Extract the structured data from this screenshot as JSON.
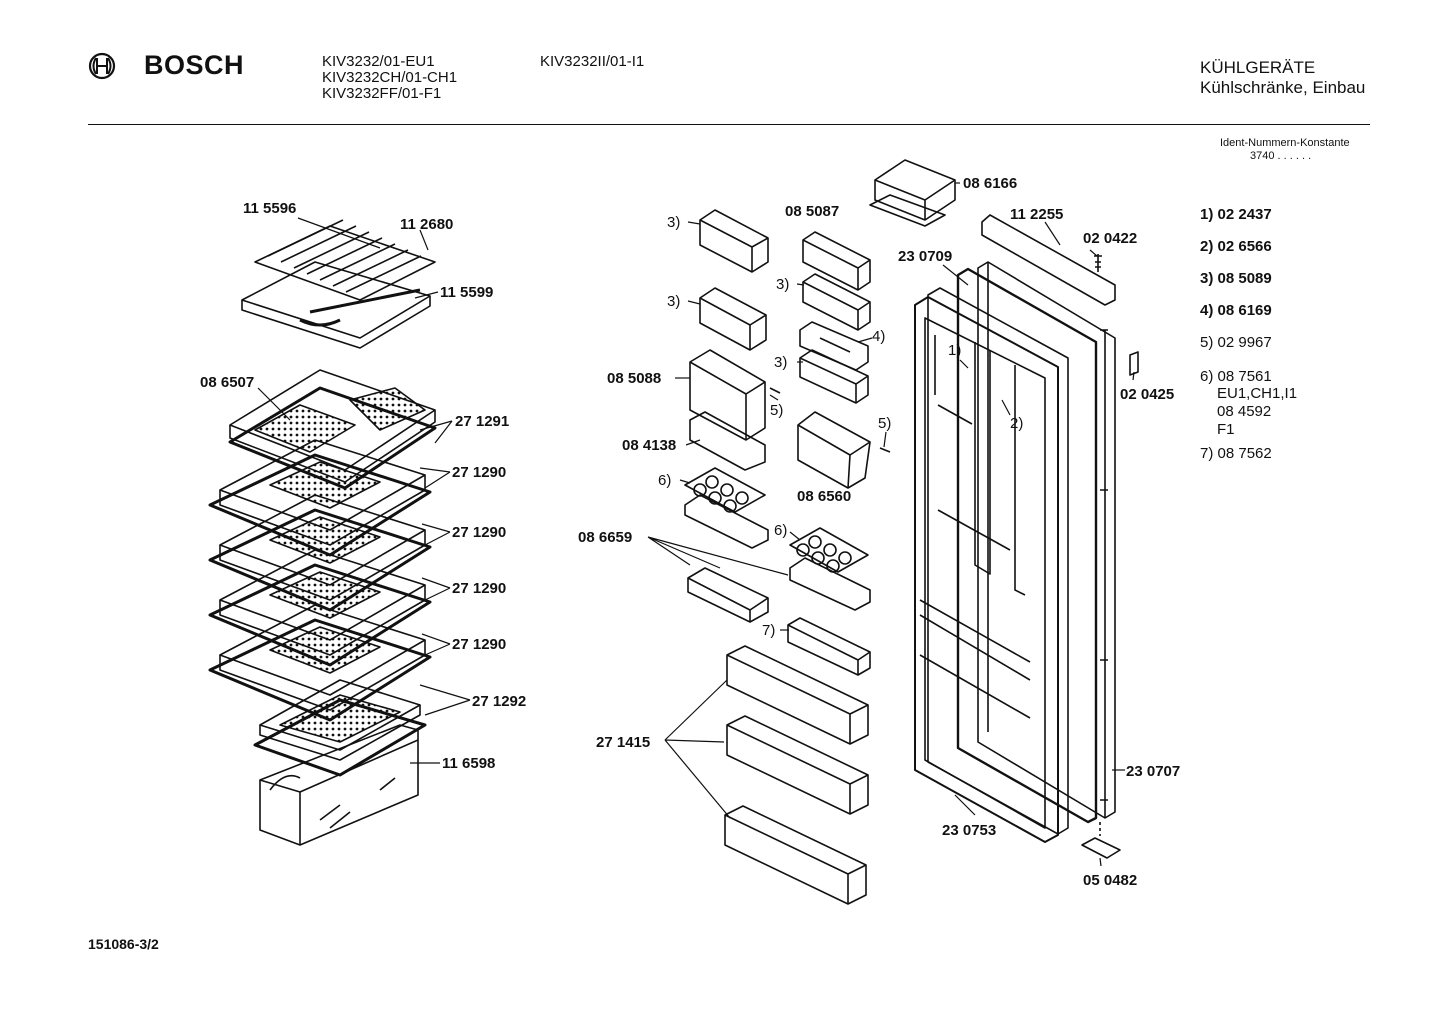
{
  "header": {
    "brand": "BOSCH",
    "models_col1": [
      "KIV3232/01-EU1",
      "KIV3232CH/01-CH1",
      "KIV3232FF/01-F1"
    ],
    "models_col2": [
      "KIV3232II/01-I1"
    ],
    "category": "KÜHLGERÄTE",
    "subcategory": "Kühlschränke, Einbau",
    "ident_label": "Ident-Nummern-Konstante",
    "ident_value": "3740  . .   . . . ."
  },
  "part_labels": {
    "p115596": "11 5596",
    "p112680": "11 2680",
    "p115599": "11 5599",
    "p086507": "08 6507",
    "p271291": "27 1291",
    "p271290a": "27 1290",
    "p271290b": "27 1290",
    "p271290c": "27 1290",
    "p271290d": "27 1290",
    "p271292": "27 1292",
    "p116598": "11 6598",
    "p086166": "08 6166",
    "p085087": "08 5087",
    "p112255": "11 2255",
    "p020422": "02 0422",
    "p230709": "23 0709",
    "p085088": "08 5088",
    "p084138": "08 4138",
    "p086560": "08 6560",
    "p086659": "08 6659",
    "p271415": "27 1415",
    "p020425": "02 0425",
    "p230707": "23 0707",
    "p230753": "23 0753",
    "p050482": "05 0482",
    "r3a": "3)",
    "r3b": "3)",
    "r3c": "3)",
    "r3d": "3)",
    "r4": "4)",
    "r5a": "5)",
    "r5b": "5)",
    "r6a": "6)",
    "r6b": "6)",
    "r7": "7)",
    "r1": "1)",
    "r2": "2)"
  },
  "legend": [
    "1) 02 2437",
    "2) 02 6566",
    "3) 08 5089",
    "4) 08 6169",
    "5) 02 9967",
    "6) 08 7561",
    "EU1,CH1,I1",
    "08 4592",
    "F1",
    "7) 08 7562"
  ],
  "footer": {
    "doc_number": "151086-3/2"
  }
}
